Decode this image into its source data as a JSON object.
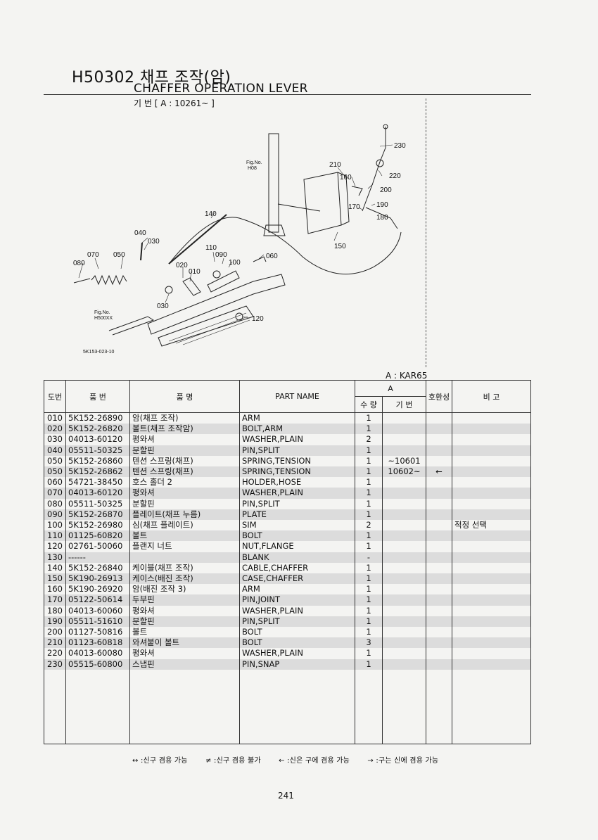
{
  "header": {
    "code": "H50302",
    "title_ko": "채프 조작(암)",
    "title_en": "CHAFFER OPERATION LEVER",
    "serial": "기 번 [ A : 10261~ ]"
  },
  "diagram": {
    "labels": [
      "230",
      "210",
      "220",
      "160",
      "200",
      "190",
      "180",
      "170",
      "150",
      "140",
      "040",
      "030",
      "070",
      "050",
      "080",
      "110",
      "090",
      "100",
      "060",
      "020",
      "010",
      "030",
      "120"
    ],
    "ref_top": [
      "Fig.No.",
      "H08"
    ],
    "ref_bottom": [
      "Fig.No.",
      "H500XX"
    ],
    "drawing_code": "5K153-023-10"
  },
  "model": "A : KAR65",
  "table": {
    "headers": {
      "no": "도번",
      "part_no": "품 번",
      "name_ko": "품 명",
      "part_name": "PART NAME",
      "group_a": "A",
      "qty": "수 량",
      "serial": "기 번",
      "interchange": "호환성",
      "remarks": "비 고"
    },
    "rows": [
      {
        "no": "010",
        "pn": "5K152-26890",
        "ko": "암(채프 조작)",
        "en": "ARM",
        "qty": "1",
        "serial": "",
        "ic": "",
        "rm": ""
      },
      {
        "no": "020",
        "pn": "5K152-26820",
        "ko": "볼트(채프 조작암)",
        "en": "BOLT,ARM",
        "qty": "1",
        "serial": "",
        "ic": "",
        "rm": ""
      },
      {
        "no": "030",
        "pn": "04013-60120",
        "ko": "평와셔",
        "en": "WASHER,PLAIN",
        "qty": "2",
        "serial": "",
        "ic": "",
        "rm": ""
      },
      {
        "no": "040",
        "pn": "05511-50325",
        "ko": "분할핀",
        "en": "PIN,SPLIT",
        "qty": "1",
        "serial": "",
        "ic": "",
        "rm": ""
      },
      {
        "no": "050",
        "pn": "5K152-26860",
        "ko": "텐션 스프링(채프)",
        "en": "SPRING,TENSION",
        "qty": "1",
        "serial": "~10601",
        "ic": "",
        "rm": ""
      },
      {
        "no": "050",
        "pn": "5K152-26862",
        "ko": "텐션 스프링(채프)",
        "en": "SPRING,TENSION",
        "qty": "1",
        "serial": "10602~",
        "ic": "←",
        "rm": ""
      },
      {
        "no": "060",
        "pn": "54721-38450",
        "ko": "호스 홀더 2",
        "en": "HOLDER,HOSE",
        "qty": "1",
        "serial": "",
        "ic": "",
        "rm": ""
      },
      {
        "no": "070",
        "pn": "04013-60120",
        "ko": "평와셔",
        "en": "WASHER,PLAIN",
        "qty": "1",
        "serial": "",
        "ic": "",
        "rm": ""
      },
      {
        "no": "080",
        "pn": "05511-50325",
        "ko": "분할핀",
        "en": "PIN,SPLIT",
        "qty": "1",
        "serial": "",
        "ic": "",
        "rm": ""
      },
      {
        "no": "090",
        "pn": "5K152-26870",
        "ko": "플레이트(채프 누름)",
        "en": "PLATE",
        "qty": "1",
        "serial": "",
        "ic": "",
        "rm": ""
      },
      {
        "no": "100",
        "pn": "5K152-26980",
        "ko": "심(채프 플레이트)",
        "en": "SIM",
        "qty": "2",
        "serial": "",
        "ic": "",
        "rm": "적정 선택"
      },
      {
        "no": "110",
        "pn": "01125-60820",
        "ko": "볼트",
        "en": "BOLT",
        "qty": "1",
        "serial": "",
        "ic": "",
        "rm": ""
      },
      {
        "no": "120",
        "pn": "02761-50060",
        "ko": "플랜지 너트",
        "en": "NUT,FLANGE",
        "qty": "1",
        "serial": "",
        "ic": "",
        "rm": ""
      },
      {
        "no": "130",
        "pn": "------",
        "ko": "",
        "en": "BLANK",
        "qty": "-",
        "serial": "",
        "ic": "",
        "rm": ""
      },
      {
        "no": "140",
        "pn": "5K152-26840",
        "ko": "케이블(채프 조작)",
        "en": "CABLE,CHAFFER",
        "qty": "1",
        "serial": "",
        "ic": "",
        "rm": ""
      },
      {
        "no": "150",
        "pn": "5K190-26913",
        "ko": "케이스(배진 조작)",
        "en": "CASE,CHAFFER",
        "qty": "1",
        "serial": "",
        "ic": "",
        "rm": ""
      },
      {
        "no": "160",
        "pn": "5K190-26920",
        "ko": "암(배진 조작 3)",
        "en": "ARM",
        "qty": "1",
        "serial": "",
        "ic": "",
        "rm": ""
      },
      {
        "no": "170",
        "pn": "05122-50614",
        "ko": "두부핀",
        "en": "PIN,JOINT",
        "qty": "1",
        "serial": "",
        "ic": "",
        "rm": ""
      },
      {
        "no": "180",
        "pn": "04013-60060",
        "ko": "평와셔",
        "en": "WASHER,PLAIN",
        "qty": "1",
        "serial": "",
        "ic": "",
        "rm": ""
      },
      {
        "no": "190",
        "pn": "05511-51610",
        "ko": "분할핀",
        "en": "PIN,SPLIT",
        "qty": "1",
        "serial": "",
        "ic": "",
        "rm": ""
      },
      {
        "no": "200",
        "pn": "01127-50816",
        "ko": "볼트",
        "en": "BOLT",
        "qty": "1",
        "serial": "",
        "ic": "",
        "rm": ""
      },
      {
        "no": "210",
        "pn": "01123-60818",
        "ko": "와셔붙이 볼트",
        "en": "BOLT",
        "qty": "3",
        "serial": "",
        "ic": "",
        "rm": ""
      },
      {
        "no": "220",
        "pn": "04013-60080",
        "ko": "평와셔",
        "en": "WASHER,PLAIN",
        "qty": "1",
        "serial": "",
        "ic": "",
        "rm": ""
      },
      {
        "no": "230",
        "pn": "05515-60800",
        "ko": "스냅핀",
        "en": "PIN,SNAP",
        "qty": "1",
        "serial": "",
        "ic": "",
        "rm": ""
      }
    ]
  },
  "legend": [
    "↔ :신구 겸용 가능",
    "≠ :신구 겸용 불가",
    "← :신은 구에 겸용 가능",
    "→ :구는 신에 겸용 가능"
  ],
  "page_number": "241"
}
